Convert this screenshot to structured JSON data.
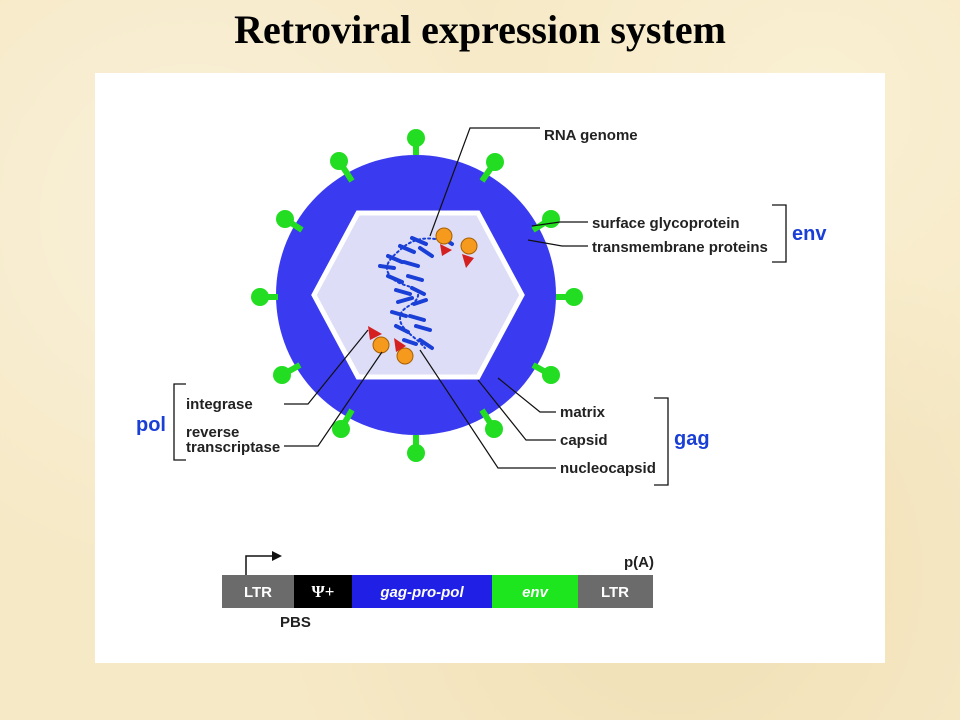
{
  "title": "Retroviral expression system",
  "virion": {
    "labels": {
      "rna_genome": "RNA genome",
      "surface_glycoprotein": "surface glycoprotein",
      "transmembrane_proteins": "transmembrane proteins",
      "integrase": "integrase",
      "reverse": "reverse",
      "transcriptase": "transcriptase",
      "matrix": "matrix",
      "capsid": "capsid",
      "nucleocapsid": "nucleocapsid"
    },
    "groups": {
      "env": "env",
      "pol": "pol",
      "gag": "gag"
    },
    "colors": {
      "envelope": "#3a3af0",
      "capsid_fill": "#ddddf7",
      "spike": "#22dd22",
      "protein_orange": "#f59a1c",
      "protein_red": "#d42020",
      "rna": "#1a3fd6"
    }
  },
  "genome_map": {
    "promoter_label": "",
    "polya": "p(A)",
    "pbs": "PBS",
    "segments": [
      {
        "label": "LTR",
        "color": "#6b6b6b"
      },
      {
        "label": "Ψ+",
        "color": "#000000"
      },
      {
        "label": "gag-pro-pol",
        "color": "#1f1fe6"
      },
      {
        "label": "env",
        "color": "#1ee61e"
      },
      {
        "label": "LTR",
        "color": "#6b6b6b"
      }
    ]
  }
}
